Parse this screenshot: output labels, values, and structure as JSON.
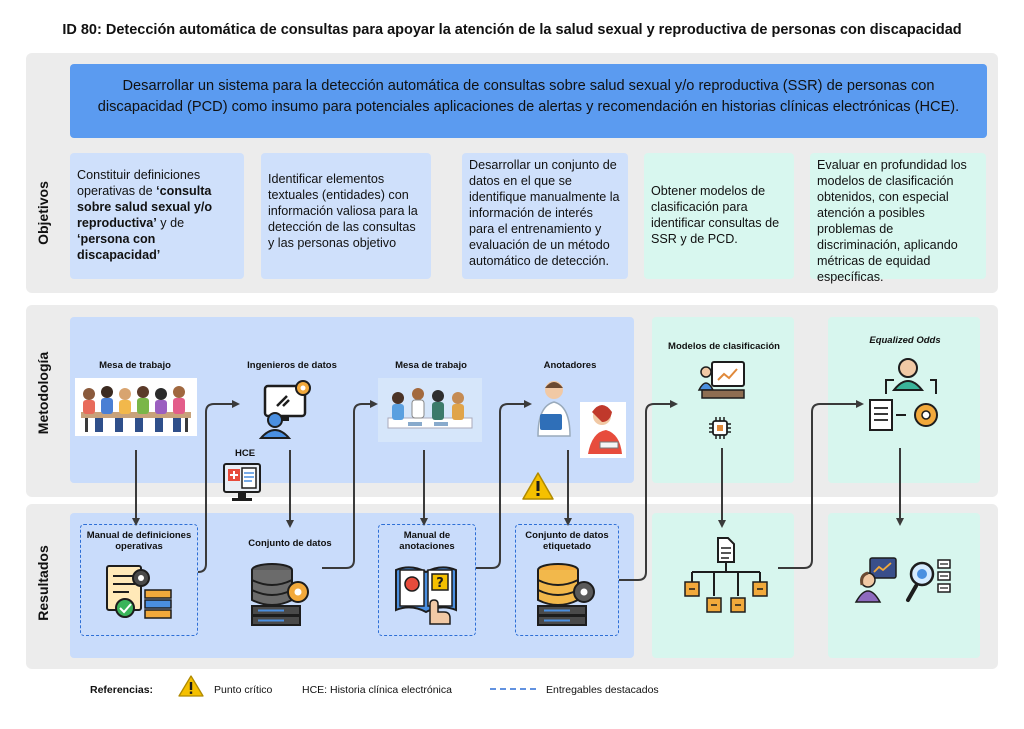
{
  "title": "ID 80: Detección automática de consultas para apoyar la atención de la salud sexual y reproductiva de personas con discapacidad",
  "sections": {
    "objetivos": "Objetivos",
    "metodologia": "Metodología",
    "resultados": "Resultados"
  },
  "general_objective": "Desarrollar un sistema para la detección automática de consultas sobre salud sexual y/o reproductiva (SSR) de personas con discapacidad (PCD) como insumo para potenciales aplicaciones de alertas y recomendación en historias clínicas electrónicas (HCE).",
  "objectives": [
    {
      "pre": "Constituir definiciones operativas de ",
      "b1": "‘consulta sobre salud sexual y/o reproductiva’",
      "mid": " y de ",
      "b2": "‘persona con discapacidad’"
    },
    {
      "text": "Identificar elementos textuales (entidades) con información valiosa para la detección de las consultas y las personas objetivo"
    },
    {
      "text": "Desarrollar un conjunto de datos en el que se identifique manualmente la información de interés para el entrenamiento y evaluación de un método automático de detección."
    },
    {
      "text": "Obtener modelos de clasificación para identificar consultas de SSR y de PCD."
    },
    {
      "text": "Evaluar en profundidad los modelos de clasificación obtenidos, con especial atención a posibles problemas de discriminación, aplicando métricas de equidad específicas."
    }
  ],
  "methodology": {
    "mesa1": "Mesa de trabajo",
    "ingenieros": "Ingenieros de datos",
    "hce": "HCE",
    "mesa2": "Mesa de trabajo",
    "anotadores": "Anotadores",
    "modelos": "Modelos de clasificación",
    "equalized": "Equalized Odds"
  },
  "results": {
    "manual_def": "Manual de definiciones operativas",
    "conjunto": "Conjunto de datos",
    "manual_anot": "Manual de anotaciones",
    "conjunto_etiq": "Conjunto de datos etiquetado"
  },
  "references": {
    "label": "Referencias:",
    "critical": "Punto crítico",
    "hce": "HCE: Historia clínica electrónica",
    "deliverables": "Entregables destacados"
  },
  "colors": {
    "goal_blue": "#5b9bf0",
    "light_blue": "#cfe0fb",
    "mint": "#d8f7ef",
    "band_grey": "#ececec",
    "arrow": "#3a3a3a",
    "dash_blue": "#2e6fd6",
    "warning": "#f5c000"
  }
}
